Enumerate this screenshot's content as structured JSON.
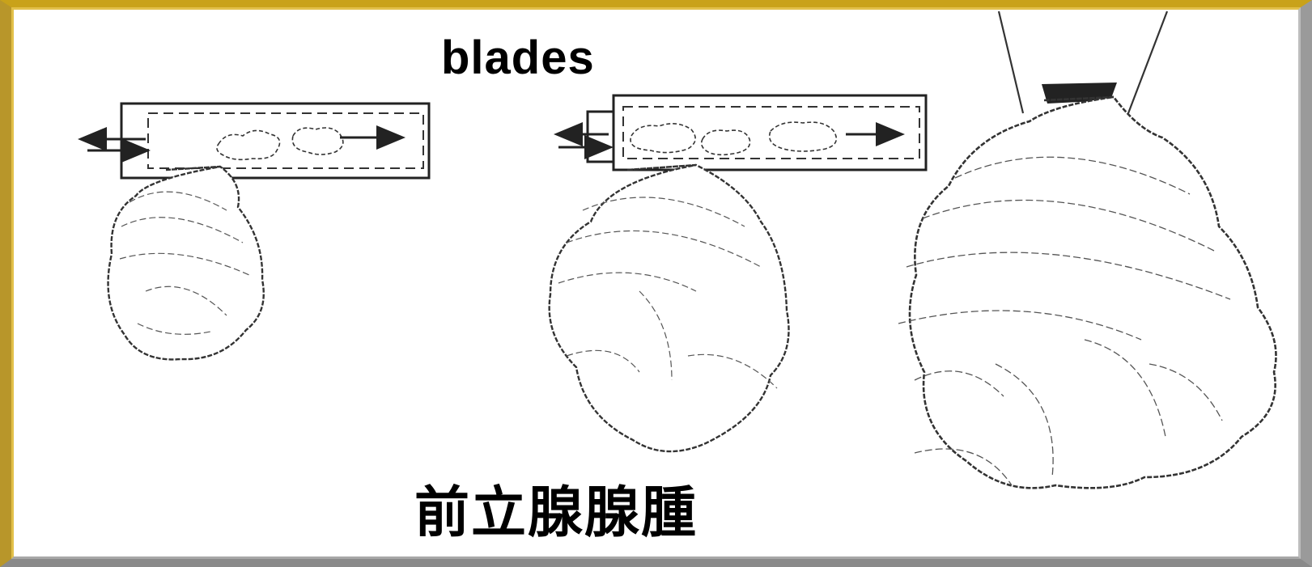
{
  "labels": {
    "blades": "blades",
    "title_jp": "前立腺腺腫"
  },
  "icons": [
    "resectoscope-sheath",
    "arrow-left",
    "arrow-right",
    "adenoma-lobe",
    "suspension-strings"
  ],
  "colors": {
    "frame_gold": "#c9a21a",
    "frame_gray": "#9a9a9a",
    "ink": "#222222",
    "background": "#ffffff"
  }
}
